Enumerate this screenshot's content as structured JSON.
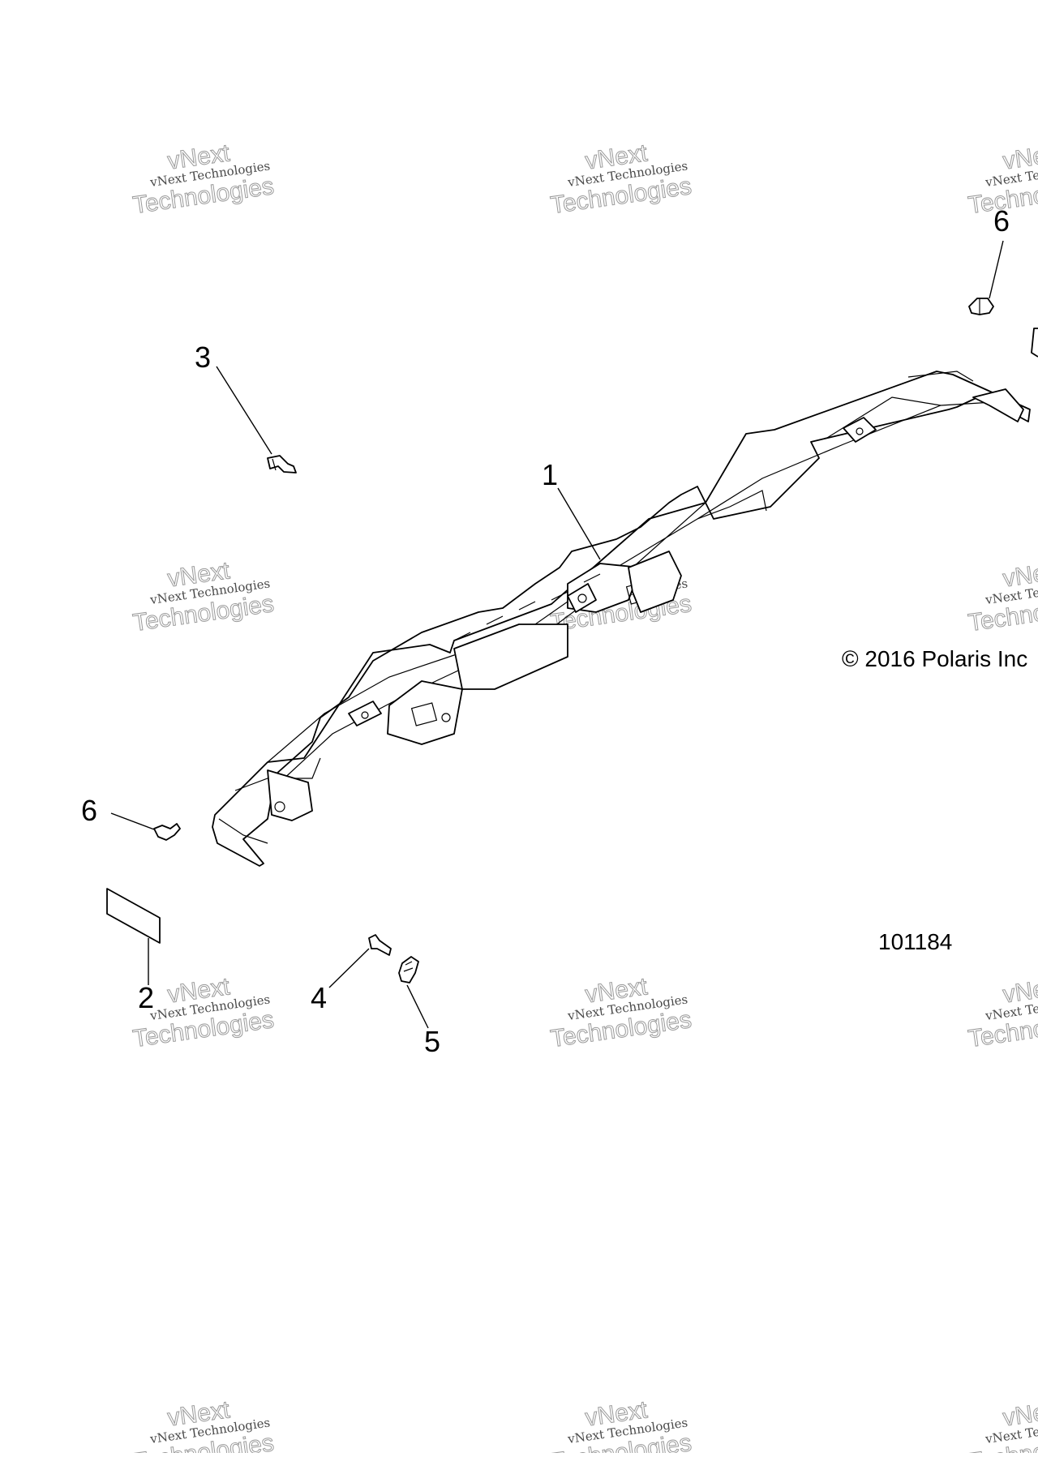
{
  "watermark": {
    "line1": "vNext Technologies",
    "line2": "vNext",
    "line3": "Technologies"
  },
  "callouts": [
    {
      "id": "1",
      "label": "1"
    },
    {
      "id": "2",
      "label": "2"
    },
    {
      "id": "3",
      "label": "3"
    },
    {
      "id": "4",
      "label": "4"
    },
    {
      "id": "5",
      "label": "5"
    },
    {
      "id": "6a",
      "label": "6"
    },
    {
      "id": "6b",
      "label": "6"
    }
  ],
  "copyright": "© 2016 Polaris Inc",
  "figure_number": "101184"
}
